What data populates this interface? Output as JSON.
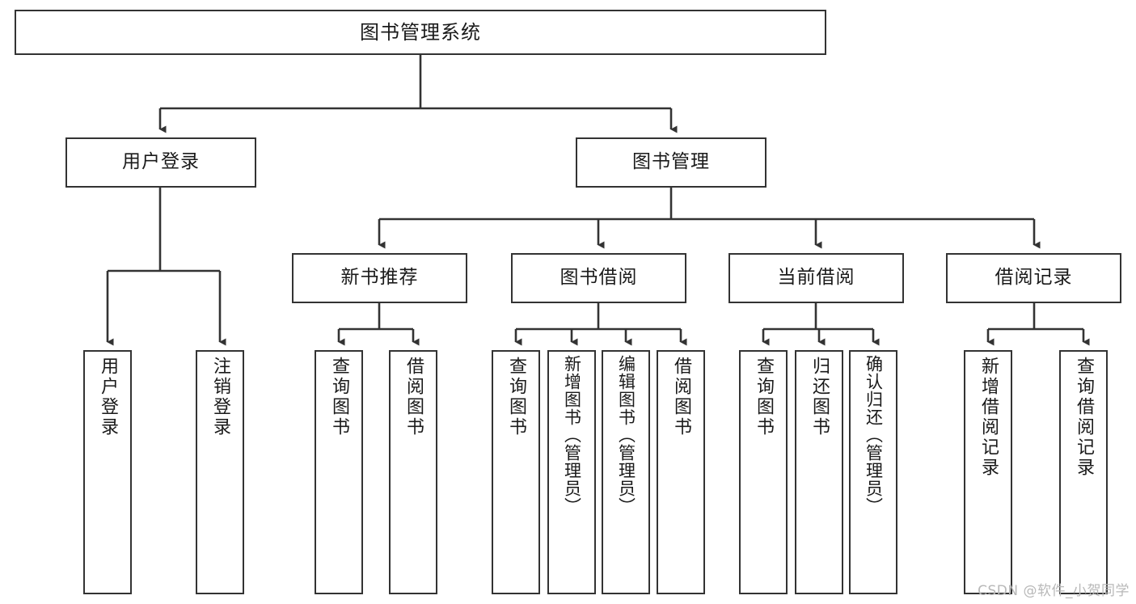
{
  "diagram": {
    "title": "图书管理系统",
    "type": "hierarchy-tree",
    "orientation": "top-down",
    "colors": {
      "background": "#ffffff",
      "box_border": "#333333",
      "box_fill": "#ffffff",
      "connector": "#333333",
      "text": "#1a1a1a",
      "watermark": "#b8b8b8"
    }
  },
  "root": {
    "label": "图书管理系统"
  },
  "level2": [
    {
      "id": "user-login",
      "label": "用户登录"
    },
    {
      "id": "book-management",
      "label": "图书管理"
    }
  ],
  "level3": [
    {
      "id": "new-book-recommend",
      "label": "新书推荐"
    },
    {
      "id": "book-borrow",
      "label": "图书借阅"
    },
    {
      "id": "current-borrow",
      "label": "当前借阅"
    },
    {
      "id": "borrow-record",
      "label": "借阅记录"
    }
  ],
  "leaves": {
    "user_login": [
      {
        "id": "leaf-user-login",
        "label": "用户登录"
      },
      {
        "id": "leaf-logout-login",
        "label": "注销登录"
      }
    ],
    "new_book_recommend": [
      {
        "id": "leaf-query-book-1",
        "label": "查询图书"
      },
      {
        "id": "leaf-borrow-book-1",
        "label": "借阅图书"
      }
    ],
    "book_borrow": [
      {
        "id": "leaf-query-book-2",
        "label": "查询图书"
      },
      {
        "id": "leaf-add-book-admin",
        "label": "新增图书（管理员）"
      },
      {
        "id": "leaf-edit-book-admin",
        "label": "编辑图书（管理员）"
      },
      {
        "id": "leaf-borrow-book-2",
        "label": "借阅图书"
      }
    ],
    "current_borrow": [
      {
        "id": "leaf-query-book-3",
        "label": "查询图书"
      },
      {
        "id": "leaf-return-book",
        "label": "归还图书"
      },
      {
        "id": "leaf-confirm-return-admin",
        "label": "确认归还（管理员）"
      }
    ],
    "borrow_record": [
      {
        "id": "leaf-add-borrow-record",
        "label": "新增借阅记录"
      },
      {
        "id": "leaf-query-borrow-record",
        "label": "查询借阅记录"
      }
    ]
  },
  "watermark": {
    "text": "CSDN @软件_小贺同学"
  }
}
